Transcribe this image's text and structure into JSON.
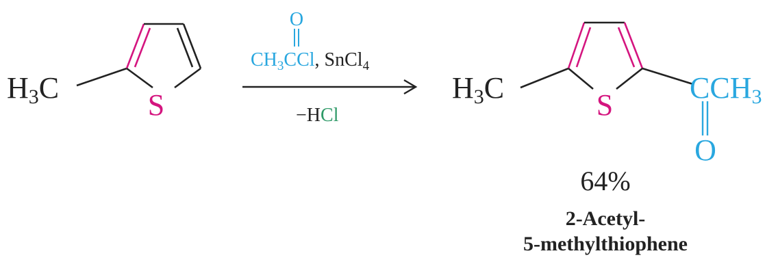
{
  "colors": {
    "bond": "#222222",
    "ring": "#d4157f",
    "acyl": "#29a7df",
    "hcl": "#2f9a68",
    "text": "#222222"
  },
  "reactant": {
    "methyl_h": "H",
    "methyl_sub": "3",
    "methyl_c": "C",
    "sulfur": "S"
  },
  "reagents": {
    "carbonyl_o": "O",
    "ch": "CH",
    "ch_sub": "3",
    "ccl": "CCl",
    "comma": ", ",
    "sn": "SnCl",
    "sn_sub": "4",
    "minus": "−H",
    "cl": "Cl"
  },
  "product": {
    "methyl_h": "H",
    "methyl_sub": "3",
    "methyl_c": "C",
    "sulfur": "S",
    "acyl_c": "CCH",
    "acyl_sub": "3",
    "acyl_o": "O",
    "yield": "64%",
    "name_line1": "2-Acetyl-",
    "name_line2": "5-methylthiophene"
  }
}
